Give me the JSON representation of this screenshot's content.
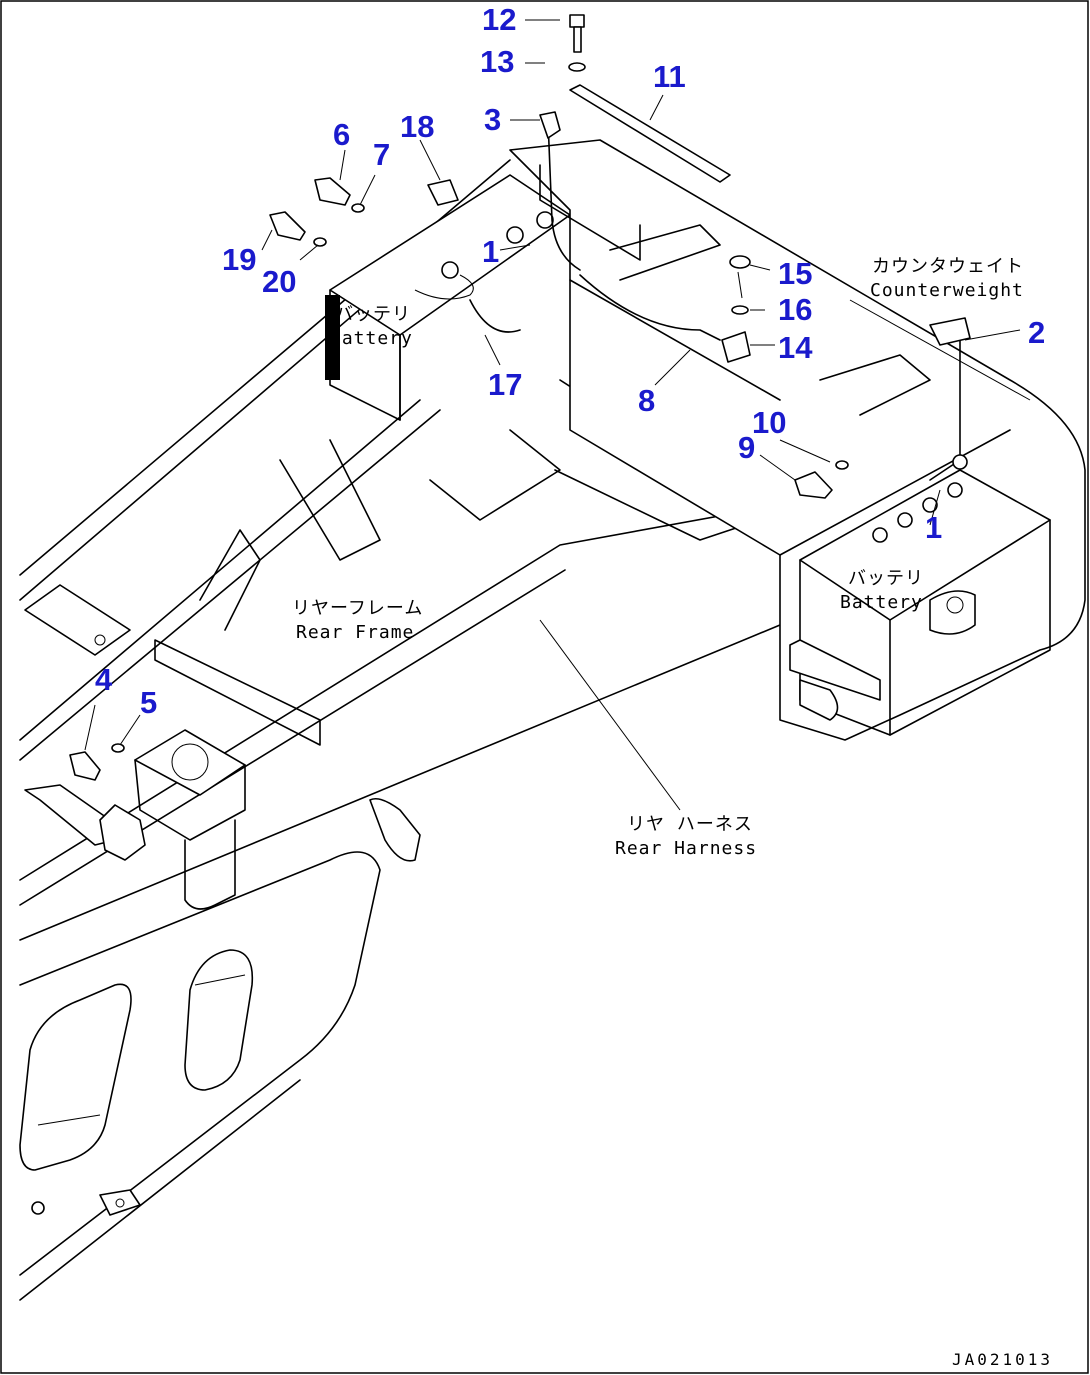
{
  "diagram": {
    "drawing_code": "JA021013",
    "callouts": {
      "c1a": "1",
      "c1b": "1",
      "c2": "2",
      "c3": "3",
      "c4": "4",
      "c5": "5",
      "c6": "6",
      "c7": "7",
      "c8": "8",
      "c9": "9",
      "c10": "10",
      "c11": "11",
      "c12": "12",
      "c13": "13",
      "c14": "14",
      "c15": "15",
      "c16": "16",
      "c17": "17",
      "c18": "18",
      "c19": "19",
      "c20": "20"
    },
    "notes": {
      "battery_left_jp": "バッテリ",
      "battery_left_en": "Battery",
      "battery_right_jp": "バッテリ",
      "battery_right_en": "Battery",
      "counterweight_jp": "カウンタウェイト",
      "counterweight_en": "Counterweight",
      "rear_frame_jp": "リヤーフレーム",
      "rear_frame_en": "Rear Frame",
      "rear_harness_jp": "リヤ ハーネス",
      "rear_harness_en": "Rear Harness"
    }
  }
}
